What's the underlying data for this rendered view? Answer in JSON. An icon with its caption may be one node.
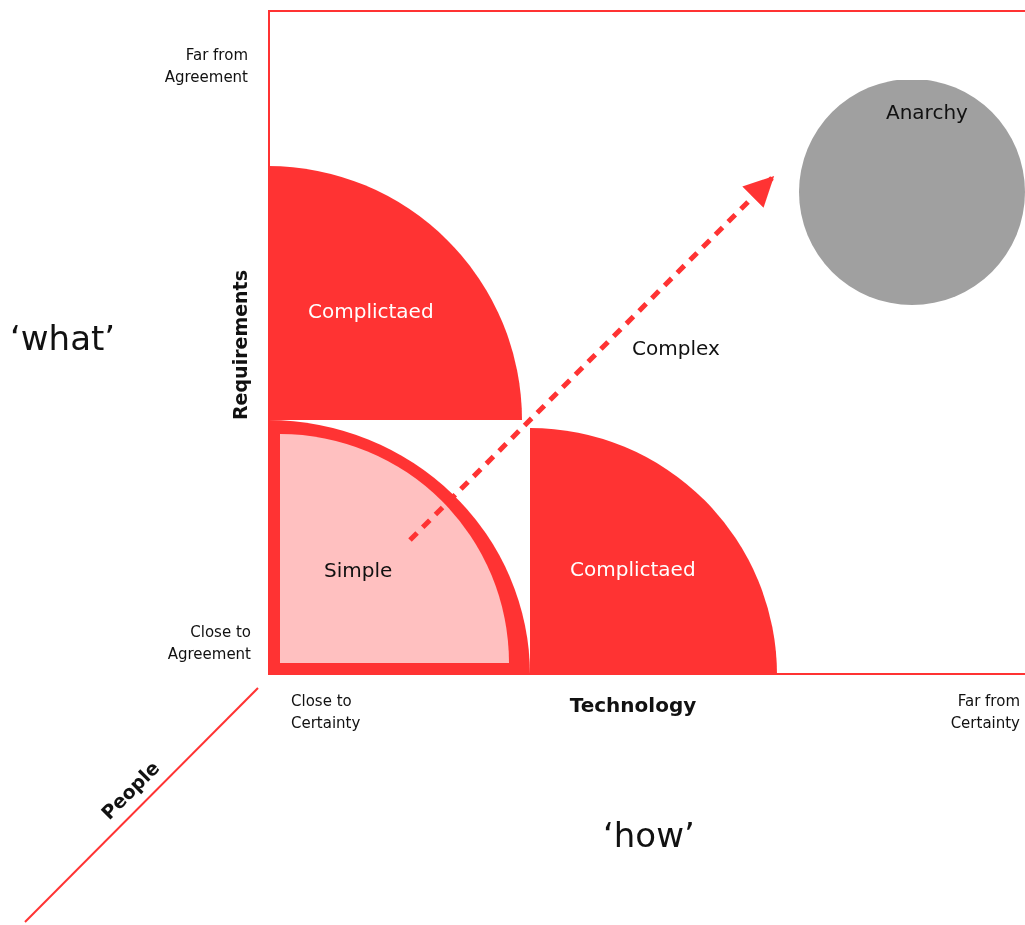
{
  "diagram": {
    "nodes": [
      {
        "text": [
          "Anarchy"
        ]
      },
      {
        "text": [
          "Complictaed"
        ]
      },
      {
        "text": [
          "Complex"
        ]
      },
      {
        "text": [
          "Simple"
        ]
      },
      {
        "text": [
          "Complictaed"
        ]
      }
    ],
    "edges": [
      {
        "from": 3,
        "to": 0,
        "arrow": "to",
        "style": "dashed"
      }
    ],
    "labels": [
      "Far from Agreement",
      "Requirements",
      "‘what’",
      "Close to Agreement",
      "Close to Certainty",
      "Technology",
      "Far from Certainty",
      "People",
      "‘how’"
    ]
  }
}
